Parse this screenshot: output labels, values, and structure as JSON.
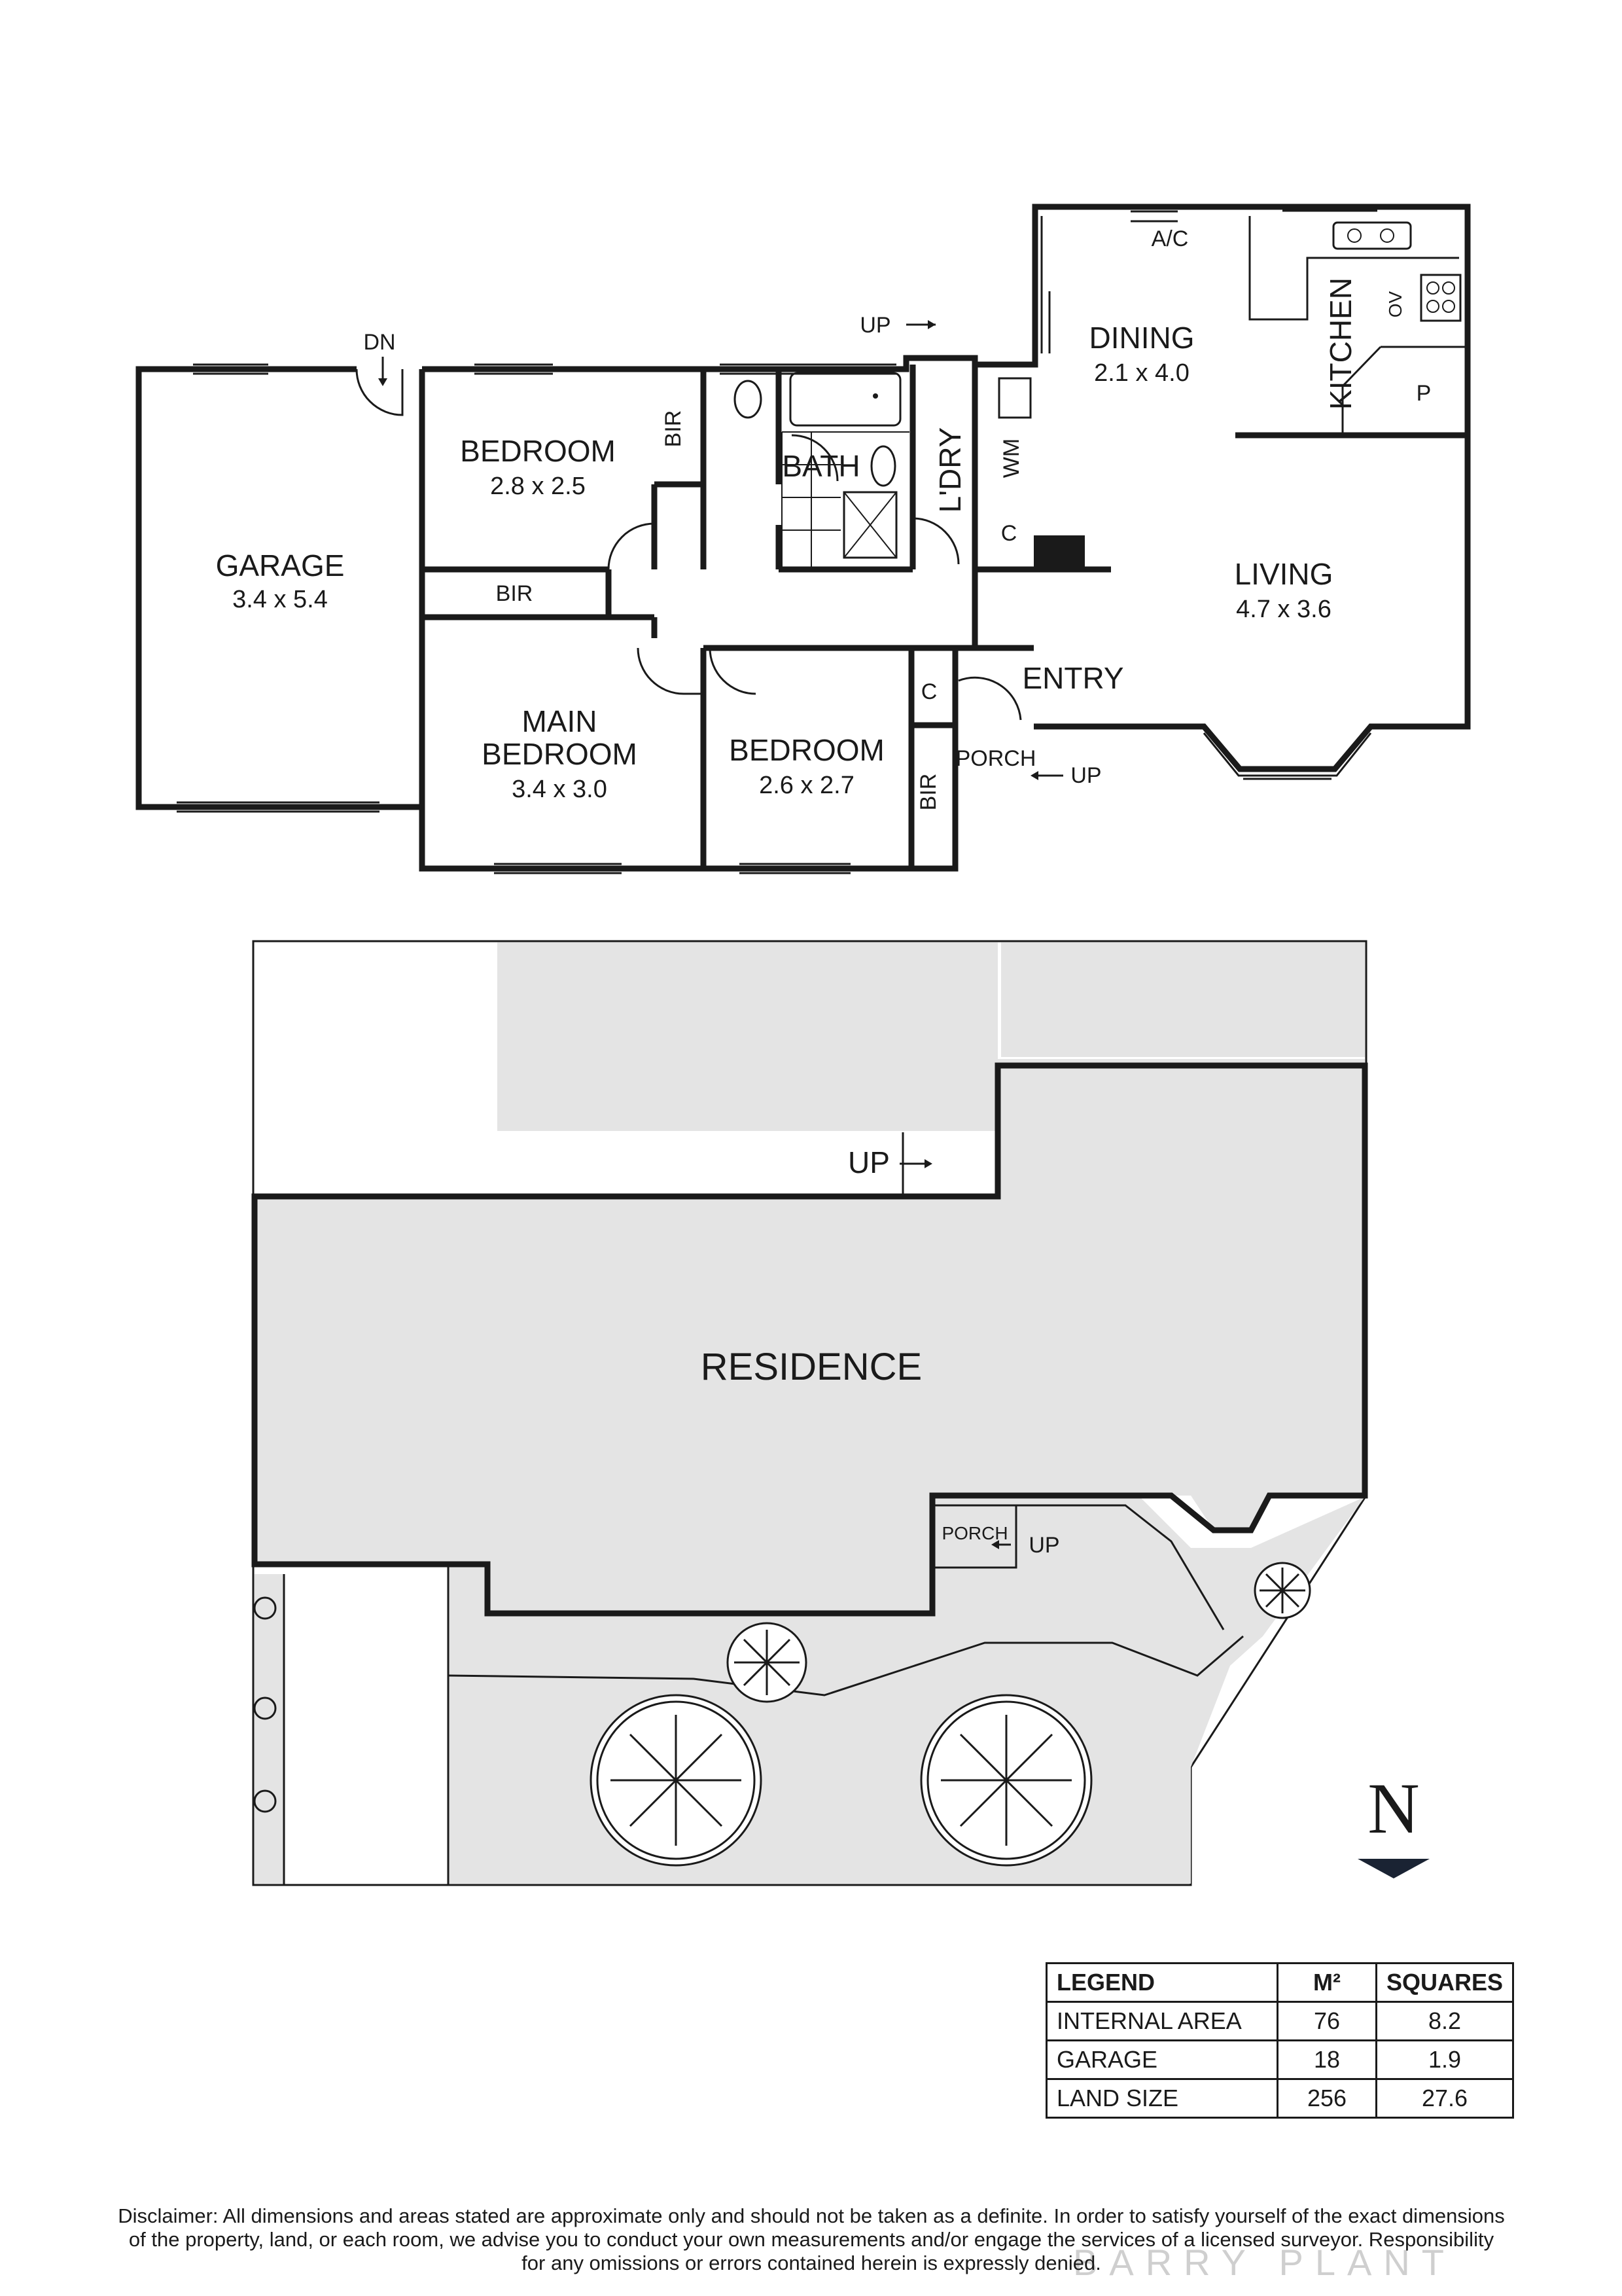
{
  "rooms": {
    "garage": {
      "label": "GARAGE",
      "dims": "3.4 x 5.4"
    },
    "bedroom2": {
      "label": "BEDROOM",
      "dims": "2.8 x 2.5"
    },
    "main_bedroom": {
      "label_line1": "MAIN",
      "label_line2": "BEDROOM",
      "dims": "3.4 x 3.0"
    },
    "bedroom3": {
      "label": "BEDROOM",
      "dims": "2.6 x 2.7"
    },
    "dining": {
      "label": "DINING",
      "dims": "2.1 x 4.0"
    },
    "living": {
      "label": "LIVING",
      "dims": "4.7 x 3.6"
    },
    "kitchen": {
      "label": "KITCHEN"
    },
    "bath": {
      "label": "BATH"
    },
    "laundry": {
      "label": "L'DRY"
    },
    "entry": {
      "label": "ENTRY"
    },
    "porch": {
      "label": "PORCH"
    }
  },
  "fixtures": {
    "bir": "BIR",
    "cupboard": "C",
    "wm": "WM",
    "pantry": "P",
    "oven": "OV",
    "ac": "A/C",
    "up": "UP",
    "dn": "DN"
  },
  "site": {
    "residence_label": "RESIDENCE",
    "porch_label": "PORCH",
    "up_label": "UP"
  },
  "compass": {
    "letter": "N"
  },
  "legend": {
    "headers": [
      "LEGEND",
      "M²",
      "SQUARES"
    ],
    "rows": [
      [
        "INTERNAL AREA",
        "76",
        "8.2"
      ],
      [
        "GARAGE",
        "18",
        "1.9"
      ],
      [
        "LAND SIZE",
        "256",
        "27.6"
      ]
    ]
  },
  "disclaimer": {
    "line1": "Disclaimer: All dimensions and areas stated are approximate only and should not be taken as a definite. In order to satisfy yourself of the exact dimensions",
    "line2": "of the property, land, or each room, we advise you to conduct your own measurements and/or engage the services of a licensed surveyor. Responsibility",
    "line3": "for any omissions or errors contained herein is expressly denied."
  },
  "watermark": "BARRY PLANT"
}
